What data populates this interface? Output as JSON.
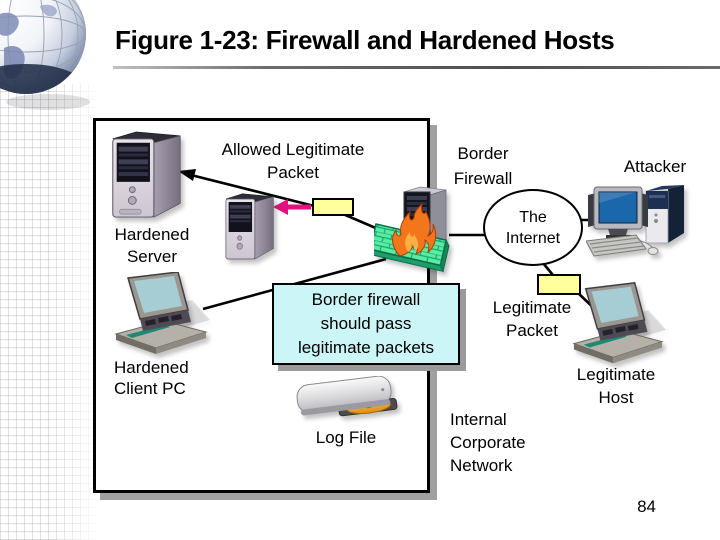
{
  "slide": {
    "title": "Figure 1-23: Firewall and Hardened Hosts",
    "page_number": "84"
  },
  "labels": {
    "allowed_packet": [
      "Allowed Legitimate",
      "Packet"
    ],
    "border_firewall": [
      "Border",
      "Firewall"
    ],
    "attacker": [
      "Attacker"
    ],
    "internet": [
      "The",
      "Internet"
    ],
    "hardened_server": [
      "Hardened",
      "Server"
    ],
    "hardened_client_pc": [
      "Hardened",
      "Client PC"
    ],
    "note": [
      "Border firewall",
      "should pass",
      "legitimate packets"
    ],
    "legitimate_packet": [
      "Legitimate",
      "Packet"
    ],
    "legitimate_host": [
      "Legitimate",
      "Host"
    ],
    "log_file": [
      "Log File"
    ],
    "internal_corporate_network": [
      "Internal",
      "Corporate",
      "Network"
    ]
  },
  "colors": {
    "packet_fill": "#ffff9e",
    "note_fill": "#ccf5f7",
    "wall_brick": "#5deb9f",
    "wall_mortar": "#0fa878",
    "flame_orange": "#f4761c",
    "flame_inner": "#ffb347",
    "magenta_arrow": "#e3127e",
    "attacker_screen": "#1b67ac",
    "laptop_screen": "#a6cdd3",
    "box_shadow_grey": "#a0a0a0"
  }
}
